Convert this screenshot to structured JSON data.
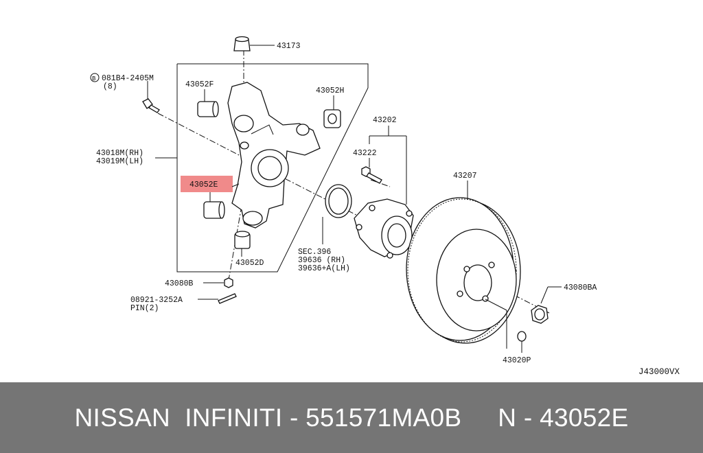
{
  "labels": {
    "p43173": "43173",
    "bolt_code": "081B4-2405M",
    "bolt_qty": "(8)",
    "p43052F": "43052F",
    "p43052H": "43052H",
    "p43202": "43202",
    "p43222": "43222",
    "p43207": "43207",
    "p43018": "43018M(RH)",
    "p43019": "43019M(LH)",
    "p43052E": "43052E",
    "sec_ref": "SEC.396",
    "hub_rh": "39636  (RH)",
    "hub_lh": "39636+A(LH)",
    "p43052D": "43052D",
    "p43080B": "43080B",
    "pin_code": "08921-3252A",
    "pin_qty": "PIN(2)",
    "p43080BA": "43080BA",
    "p43020P": "43020P",
    "diagram_id": "J43000VX",
    "bolt_marker": "B"
  },
  "highlight_color": "#f08a8a",
  "footer": {
    "text": "NISSAN  INFINITI - 551571MA0B     N - 43052E"
  }
}
